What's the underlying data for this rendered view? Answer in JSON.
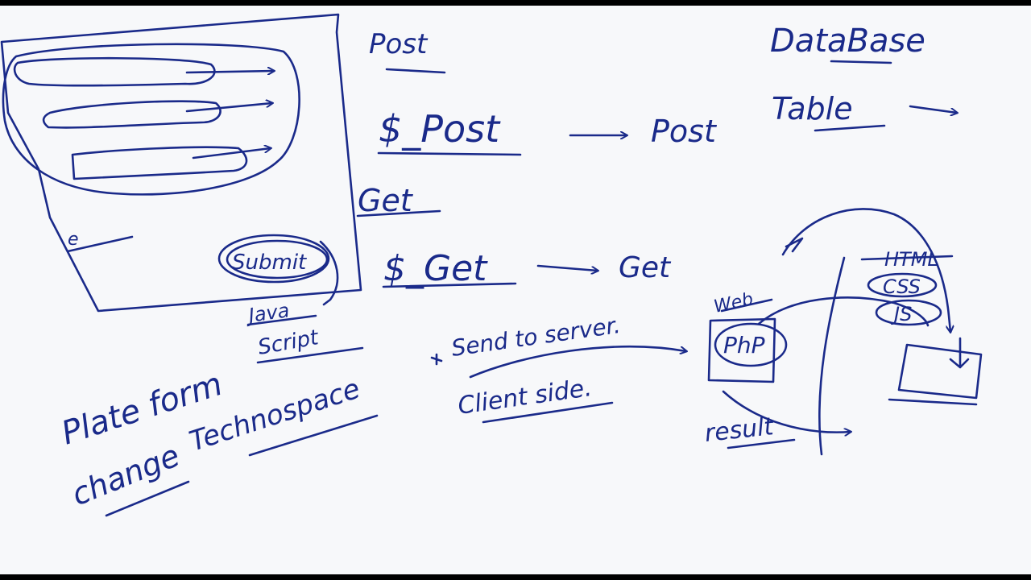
{
  "colors": {
    "ink": "#1a2a8a",
    "board": "#f7f8fa",
    "letterbox": "#000000"
  },
  "form_sketch": {
    "submit": "Submit",
    "small_label": "e"
  },
  "left_notes": {
    "java": "Java",
    "script": "Script",
    "platform": "Plate form",
    "change": "change",
    "technospace": "Technospace"
  },
  "post_section": {
    "heading": "Post",
    "variable": "$_Post",
    "result": "Post"
  },
  "get_section": {
    "heading": "Get",
    "variable": "$_Get",
    "result": "Get"
  },
  "database_section": {
    "heading": "DataBase",
    "table": "Table"
  },
  "flow_notes": {
    "send": "Send to server.",
    "client": "Client side."
  },
  "server_sketch": {
    "web": "Web",
    "php": "PhP",
    "result": "result",
    "html": "HTML",
    "css": "CSS",
    "js": "JS"
  }
}
